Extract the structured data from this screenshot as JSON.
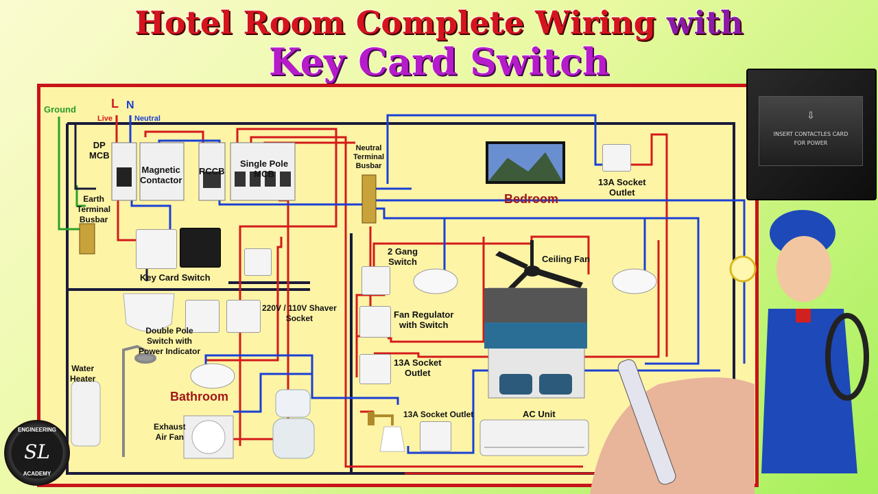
{
  "title": {
    "line1": "Hotel Room Complete Wiring",
    "line1_with": "with",
    "line2": "Key Card Switch"
  },
  "labels": {
    "ground": "Ground",
    "live_letter": "L",
    "neutral_letter": "N",
    "live": "Live",
    "neutral": "Neutral",
    "dp_mcb": "DP\nMCB",
    "earth_busbar": "Earth\nTerminal\nBusbar",
    "magnetic_contactor": "Magnetic\nContactor",
    "rccb": "RCCB",
    "single_pole_mcb": "Single Pole\nMCB",
    "neutral_busbar": "Neutral\nTerminal\nBusbar",
    "key_card_switch": "Key Card Switch",
    "bedroom": "Bedroom",
    "socket_bedroom": "13A Socket\nOutlet",
    "two_gang": "2 Gang\nSwitch",
    "ceiling_fan": "Ceiling Fan",
    "fan_regulator": "Fan Regulator\nwith Switch",
    "socket_middle": "13A Socket\nOutlet",
    "socket_ac": "13A Socket Outlet",
    "ac_unit": "AC Unit",
    "shaver_socket": "220V / 110V Shaver\nSocket",
    "double_pole": "Double Pole\nSwitch with\nPower Indicator",
    "water_heater": "Water\nHeater",
    "bathroom": "Bathroom",
    "exhaust_fan": "Exhaust\nAir Fan"
  },
  "card_panel": {
    "line1": "INSERT CONTACTLES CARD",
    "line2": "FOR POWER"
  },
  "logo": {
    "top": "ENGINEERING",
    "mark": "SL",
    "bottom": "ACADEMY"
  },
  "colors": {
    "live": "#d41a1a",
    "neutral": "#1a3fd4",
    "earth": "#2aa02a",
    "black": "#1a1a3a",
    "board_border": "#c8141a",
    "board_bg": "#fdf4a6"
  }
}
